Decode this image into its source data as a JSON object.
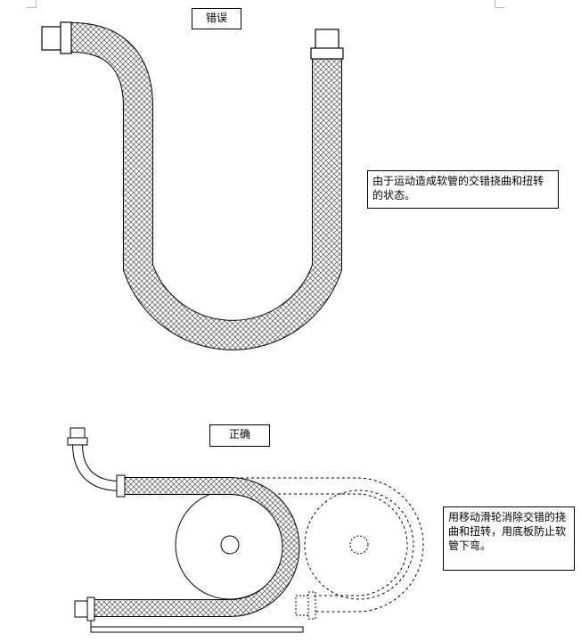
{
  "wrong_section": {
    "title": "错误",
    "note": "由于运动造成软管的交错挠曲和扭转的状态。"
  },
  "correct_section": {
    "title": "正确",
    "note": "用移动滑轮消除交错的挠曲和扭转，用底板防止软管下弯。"
  },
  "colors": {
    "line": "#000000",
    "hatch": "#555555",
    "background": "#ffffff"
  }
}
